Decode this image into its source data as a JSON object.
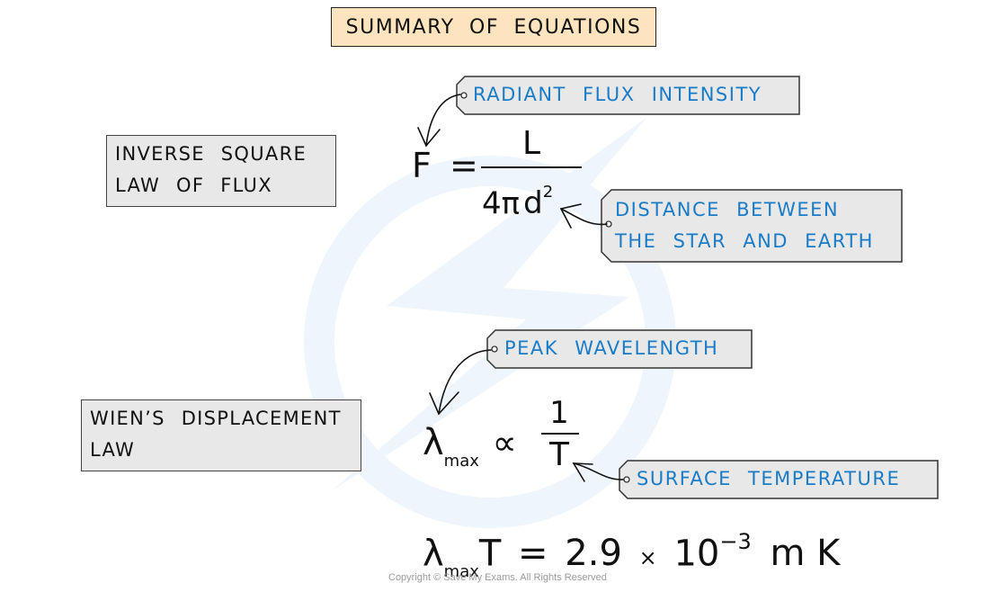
{
  "title": "SUMMARY OF EQUATIONS",
  "colors": {
    "title_bg": "#fde4bf",
    "box_bg": "#e8e8e8",
    "annotation_text": "#1a7bc7",
    "watermark": "#eef5fc"
  },
  "sections": [
    {
      "law_name_lines": [
        "INVERSE SQUARE",
        "LAW OF FLUX"
      ],
      "equation": {
        "lhs": "F",
        "equals": "=",
        "numerator": "L",
        "denominator_coeff": "4π",
        "denominator_var": "d",
        "denominator_exp": "2"
      },
      "annotations": [
        {
          "text_lines": [
            "RADIANT FLUX INTENSITY"
          ],
          "points_to": "F"
        },
        {
          "text_lines": [
            "DISTANCE BETWEEN",
            "THE STAR AND EARTH"
          ],
          "points_to": "d"
        }
      ]
    },
    {
      "law_name_lines": [
        "WIEN’S DISPLACEMENT",
        "LAW"
      ],
      "equation": {
        "lhs": "λ",
        "lhs_sub": "max",
        "relation": "∝",
        "numerator": "1",
        "denominator": "T"
      },
      "annotations": [
        {
          "text_lines": [
            "PEAK WAVELENGTH"
          ],
          "points_to": "λmax"
        },
        {
          "text_lines": [
            "SURFACE TEMPERATURE"
          ],
          "points_to": "T"
        }
      ],
      "full_equation": {
        "lhs": "λ",
        "lhs_sub": "max",
        "lhs_var": "T",
        "equals": "=",
        "mantissa": "2.9",
        "times": "×",
        "base": "10",
        "exponent": "−3",
        "units": "m K"
      }
    }
  ],
  "copyright": "Copyright © Save My Exams. All Rights Reserved"
}
